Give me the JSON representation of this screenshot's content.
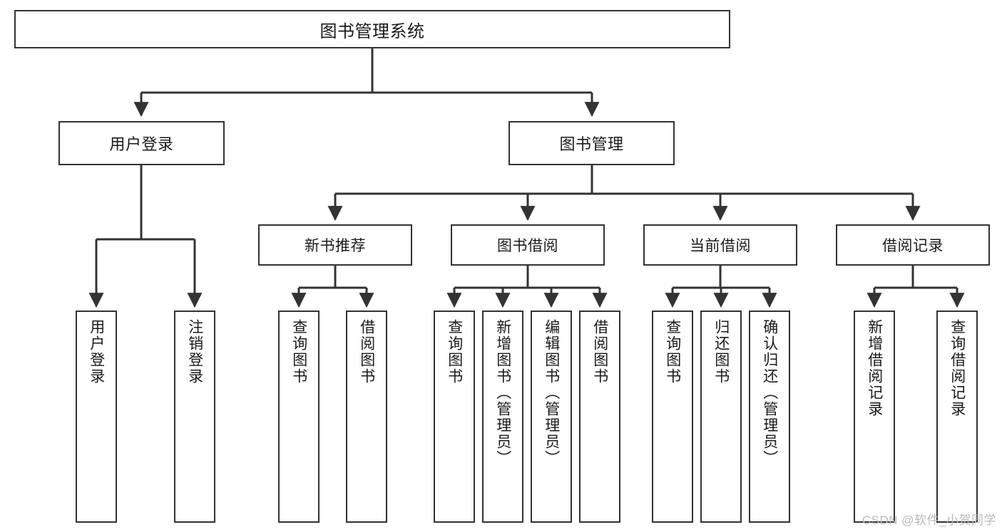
{
  "diagram": {
    "title": "图书管理系统",
    "watermark": "CSDN @软件_小贺同学",
    "colors": {
      "background": "#ffffff",
      "border": "#333333",
      "text": "#1a1a1a",
      "edge": "#333333",
      "watermark": "#b9b9b9"
    },
    "root": {
      "label": "图书管理系统"
    },
    "level1": [
      {
        "label": "用户登录"
      },
      {
        "label": "图书管理"
      }
    ],
    "level2": [
      {
        "label": "新书推荐"
      },
      {
        "label": "图书借阅"
      },
      {
        "label": "当前借阅"
      },
      {
        "label": "借阅记录"
      }
    ],
    "leaves": [
      {
        "label": "用户登录"
      },
      {
        "label": "注销登录"
      },
      {
        "label": "查询图书"
      },
      {
        "label": "借阅图书"
      },
      {
        "label": "查询图书"
      },
      {
        "label": "新增图书（管理员）"
      },
      {
        "label": "编辑图书（管理员）"
      },
      {
        "label": "借阅图书"
      },
      {
        "label": "查询图书"
      },
      {
        "label": "归还图书"
      },
      {
        "label": "确认归还（管理员）"
      },
      {
        "label": "新增借阅记录"
      },
      {
        "label": "查询借阅记录"
      }
    ]
  }
}
